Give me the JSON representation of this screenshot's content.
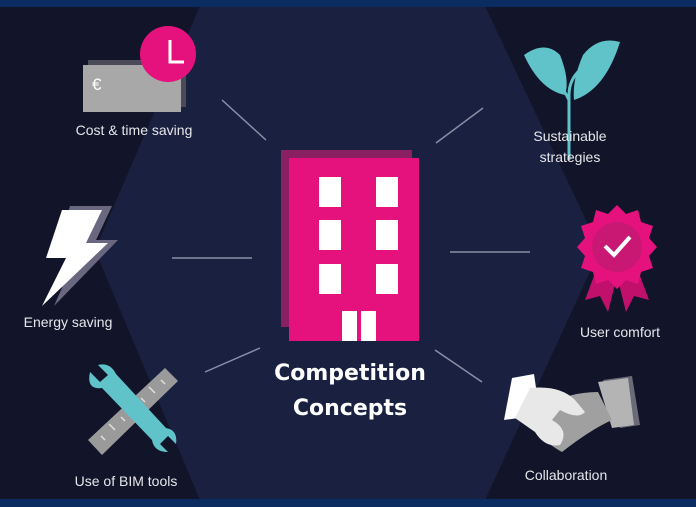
{
  "diagram": {
    "title_line1": "Competition",
    "title_line2": "Concepts",
    "items": [
      {
        "label": "Cost & time saving",
        "icon": "money-clock-icon"
      },
      {
        "label_line1": "Sustainable",
        "label_line2": "strategies",
        "icon": "plant-icon"
      },
      {
        "label": "Energy saving",
        "icon": "lightning-icon"
      },
      {
        "label": "User comfort",
        "icon": "award-rosette-icon"
      },
      {
        "label": "Use of BIM tools",
        "icon": "wrench-ruler-icon"
      },
      {
        "label": "Collaboration",
        "icon": "handshake-icon"
      }
    ],
    "colors": {
      "accent": "#e5127d",
      "teal": "#5fc3c9",
      "background": "#12152a",
      "hexagon": "#1a2040",
      "band": "#0b2c60"
    }
  }
}
